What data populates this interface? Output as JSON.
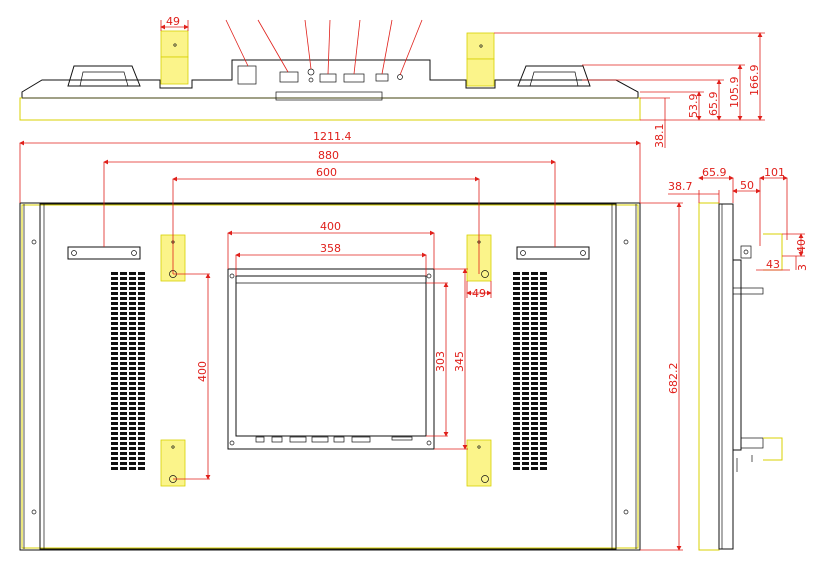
{
  "colors": {
    "line": "#111111",
    "dimension": "#e0201b",
    "bracket_fill": "#fbf48a",
    "bracket_stroke": "#d8d000"
  },
  "dimensions": {
    "top_bracket_width": "49",
    "d_166_9": "166.9",
    "d_105_9": "105.9",
    "d_65_9_top": "65.9",
    "d_53_9": "53.9",
    "d_38_1": "38.1",
    "overall_width": "1211.4",
    "d_880": "880",
    "d_600": "600",
    "d_400_h": "400",
    "d_358": "358",
    "d_49_right": "49",
    "d_400_v": "400",
    "d_303": "303",
    "d_345": "345",
    "overall_height": "682.2",
    "side_38_7": "38.7",
    "side_65_9": "65.9",
    "side_50": "50",
    "side_101": "101",
    "side_40": "40",
    "side_43": "43",
    "side_3": "3"
  }
}
